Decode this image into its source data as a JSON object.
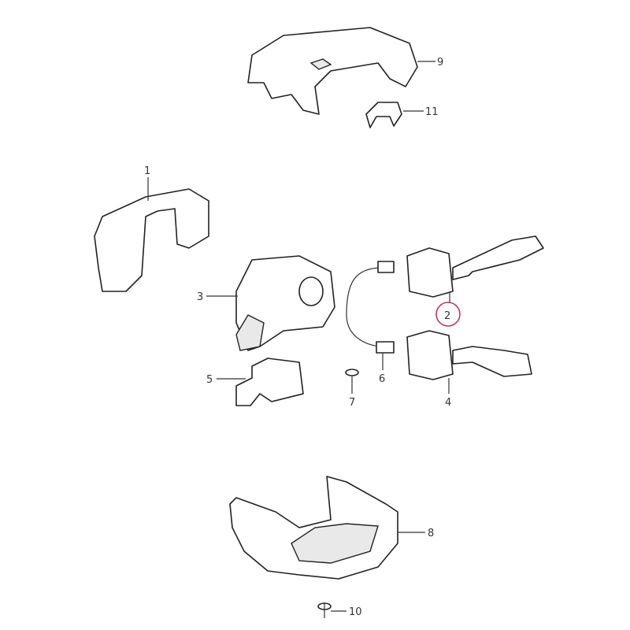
{
  "diagram": {
    "highlight_color": "#c0395a",
    "highlighted_part": "2",
    "callouts": [
      {
        "id": "1",
        "label": "1"
      },
      {
        "id": "2",
        "label": "2"
      },
      {
        "id": "3",
        "label": "3"
      },
      {
        "id": "4",
        "label": "4"
      },
      {
        "id": "5",
        "label": "5"
      },
      {
        "id": "6",
        "label": "6"
      },
      {
        "id": "7",
        "label": "7"
      },
      {
        "id": "8",
        "label": "8"
      },
      {
        "id": "9",
        "label": "9"
      },
      {
        "id": "10",
        "label": "10"
      },
      {
        "id": "11",
        "label": "11"
      }
    ]
  }
}
